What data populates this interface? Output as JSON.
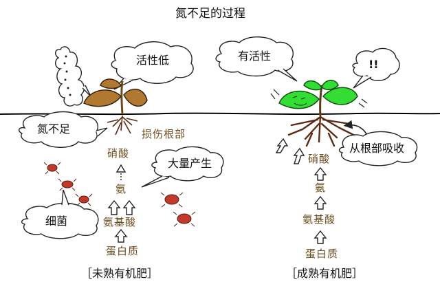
{
  "title": "氮不足的过程",
  "left": {
    "bubble_plant": "活性低",
    "bubble_nitrogen": "氮不足",
    "root_damage": "损伤根部",
    "nitrate": "硝酸",
    "ammonia": "氨",
    "mass_produce": "大量产生",
    "bacteria": "细菌",
    "amino_acid": "氨基酸",
    "protein": "蛋白质",
    "caption": "［未熟有机肥］"
  },
  "right": {
    "bubble_plant": "有活性",
    "bubble_exclaim": "!!",
    "absorb": "从根部吸收",
    "nitrate": "硝酸",
    "ammonia": "氨",
    "amino_acid": "氨基酸",
    "protein": "蛋白质",
    "caption": "［成熟有机肥］"
  },
  "colors": {
    "leaf_wilted": "#b07830",
    "leaf_healthy": "#33dd33",
    "root": "#5a2a14",
    "label_brown": "#6b4a1c",
    "bacteria": "#c0392b",
    "ground": "#000000"
  }
}
